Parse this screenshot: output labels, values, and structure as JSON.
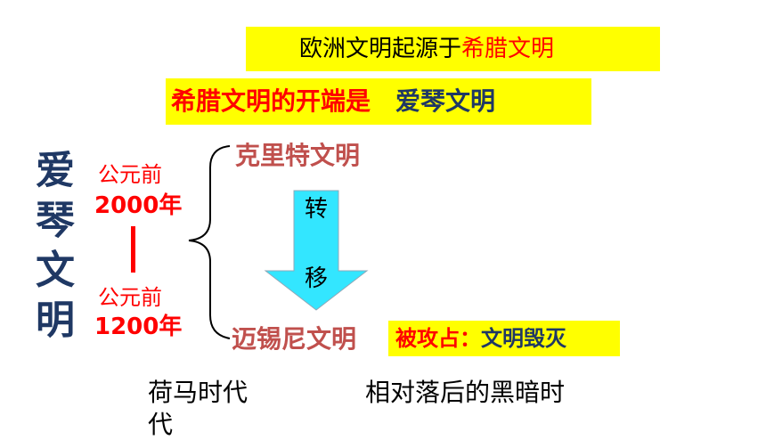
{
  "header": {
    "origin_prefix": "欧洲文明起源于",
    "origin_highlight": "希腊文明",
    "start_label": "希腊文明的开端是",
    "start_value": "爱琴文明"
  },
  "vertical_title": [
    "爱",
    "琴",
    "文",
    "明"
  ],
  "timeline": {
    "start_era": "公元前",
    "start_year": "2000年",
    "end_era": "公元前",
    "end_year": "1200年"
  },
  "branches": {
    "top": "克里特文明",
    "bottom": "迈锡尼文明",
    "arrow_chars": [
      "转",
      "移"
    ],
    "note_prefix": "被攻占：",
    "note_value": "文明毁灭"
  },
  "footer": {
    "left_line1": "荷马时代",
    "left_line2": "代",
    "right": "相对落后的黑暗时"
  },
  "colors": {
    "highlight_yellow": "#ffff00",
    "accent_red": "#ff0000",
    "navy": "#1f3864",
    "brick": "#c0504d",
    "arrow_cyan": "#33e6ff"
  }
}
